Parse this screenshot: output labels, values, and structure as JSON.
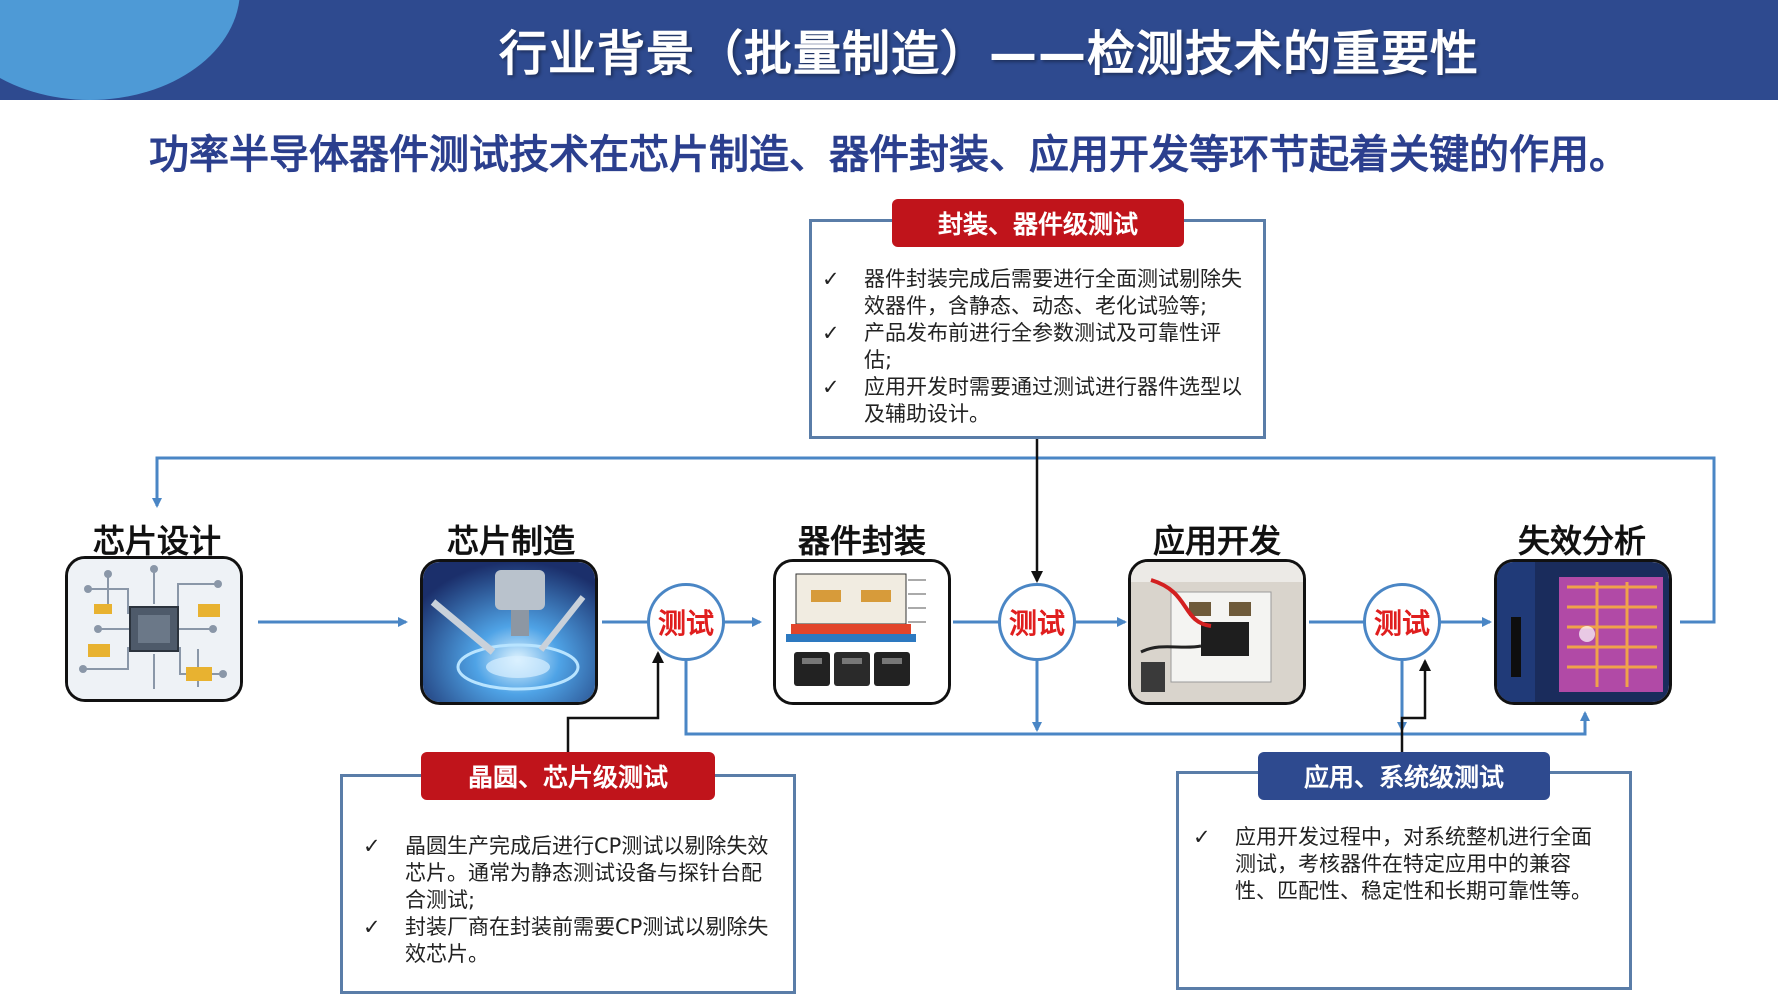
{
  "header": {
    "title": "行业背景（批量制造）——检测技术的重要性",
    "subtitle": "功率半导体器件测试技术在芯片制造、器件封装、应用开发等环节起着关键的作用。"
  },
  "stages": [
    {
      "label": "芯片设计",
      "icon": "chip-design-icon"
    },
    {
      "label": "芯片制造",
      "icon": "wafer-fab-icon"
    },
    {
      "label": "器件封装",
      "icon": "package-module-icon"
    },
    {
      "label": "应用开发",
      "icon": "test-board-icon"
    },
    {
      "label": "失效分析",
      "icon": "failure-analysis-icon"
    }
  ],
  "test_label": "测试",
  "boxes": {
    "package": {
      "title": "封装、器件级测试",
      "items": [
        "器件封装完成后需要进行全面测试剔除失效器件，含静态、动态、老化试验等;",
        "产品发布前进行全参数测试及可靠性评估;",
        "应用开发时需要通过测试进行器件选型以及辅助设计。"
      ]
    },
    "wafer": {
      "title": "晶圆、芯片级测试",
      "items": [
        "晶圆生产完成后进行CP测试以剔除失效芯片。通常为静态测试设备与探针台配合测试;",
        "封装厂商在封装前需要CP测试以剔除失效芯片。"
      ]
    },
    "system": {
      "title": "应用、系统级测试",
      "items": [
        "应用开发过程中，对系统整机进行全面测试，考核器件在特定应用中的兼容性、匹配性、稳定性和长期可靠性等。"
      ]
    }
  },
  "colors": {
    "title_bar": "#2e4a8f",
    "accent": "#4e9ad6",
    "flow_line": "#4a86c5",
    "red_header": "#c0141b",
    "blue_header": "#2e4a8f",
    "test_text": "#e01e1e"
  }
}
